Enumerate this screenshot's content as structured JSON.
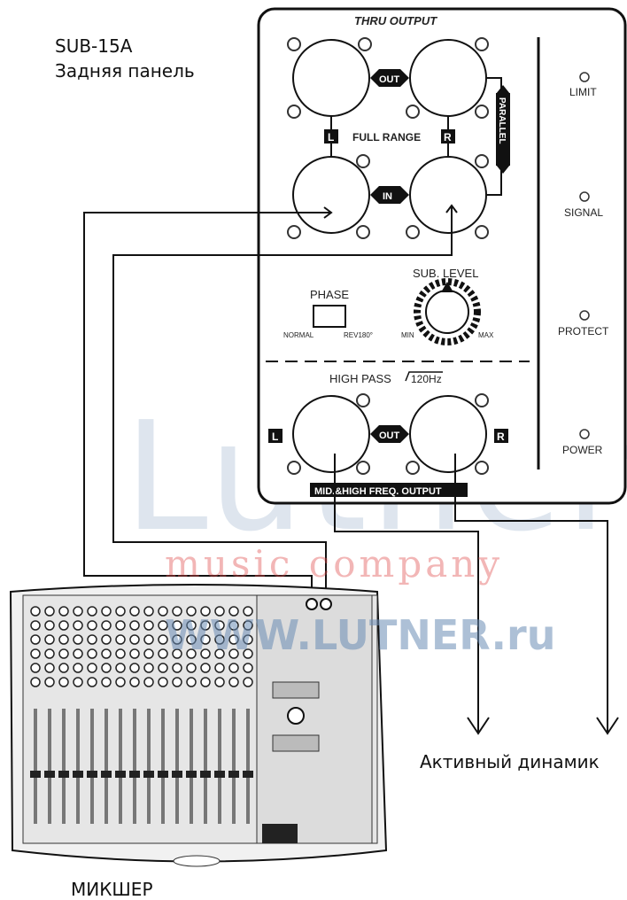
{
  "device": {
    "model": "SUB-15A",
    "subtitle": "Задняя панель"
  },
  "panel": {
    "thru_output": "THRU OUTPUT",
    "full_range": "FULL RANGE",
    "out": "OUT",
    "in": "IN",
    "parallel": "PARALLEL",
    "left": "L",
    "right": "R",
    "phase": "PHASE",
    "normal": "NORMAL",
    "rev": "REV180°",
    "sub_level": "SUB. LEVEL",
    "min": "MIN",
    "max": "MAX",
    "high_pass": "HIGH PASS",
    "hz": "120Hz",
    "mid_high_output": "MID.&HIGH FREQ. OUTPUT",
    "indicators": [
      "LIMIT",
      "SIGNAL",
      "PROTECT",
      "POWER"
    ]
  },
  "labels": {
    "active_speaker": "Активный динамик",
    "mixer": "МИКШЕР"
  },
  "watermark": {
    "brand": "Lutner",
    "tagline": "music company",
    "site": "WWW.LUTNER.ru",
    "colors": {
      "red": "#e14a4a",
      "blue": "#6b8db5"
    }
  }
}
